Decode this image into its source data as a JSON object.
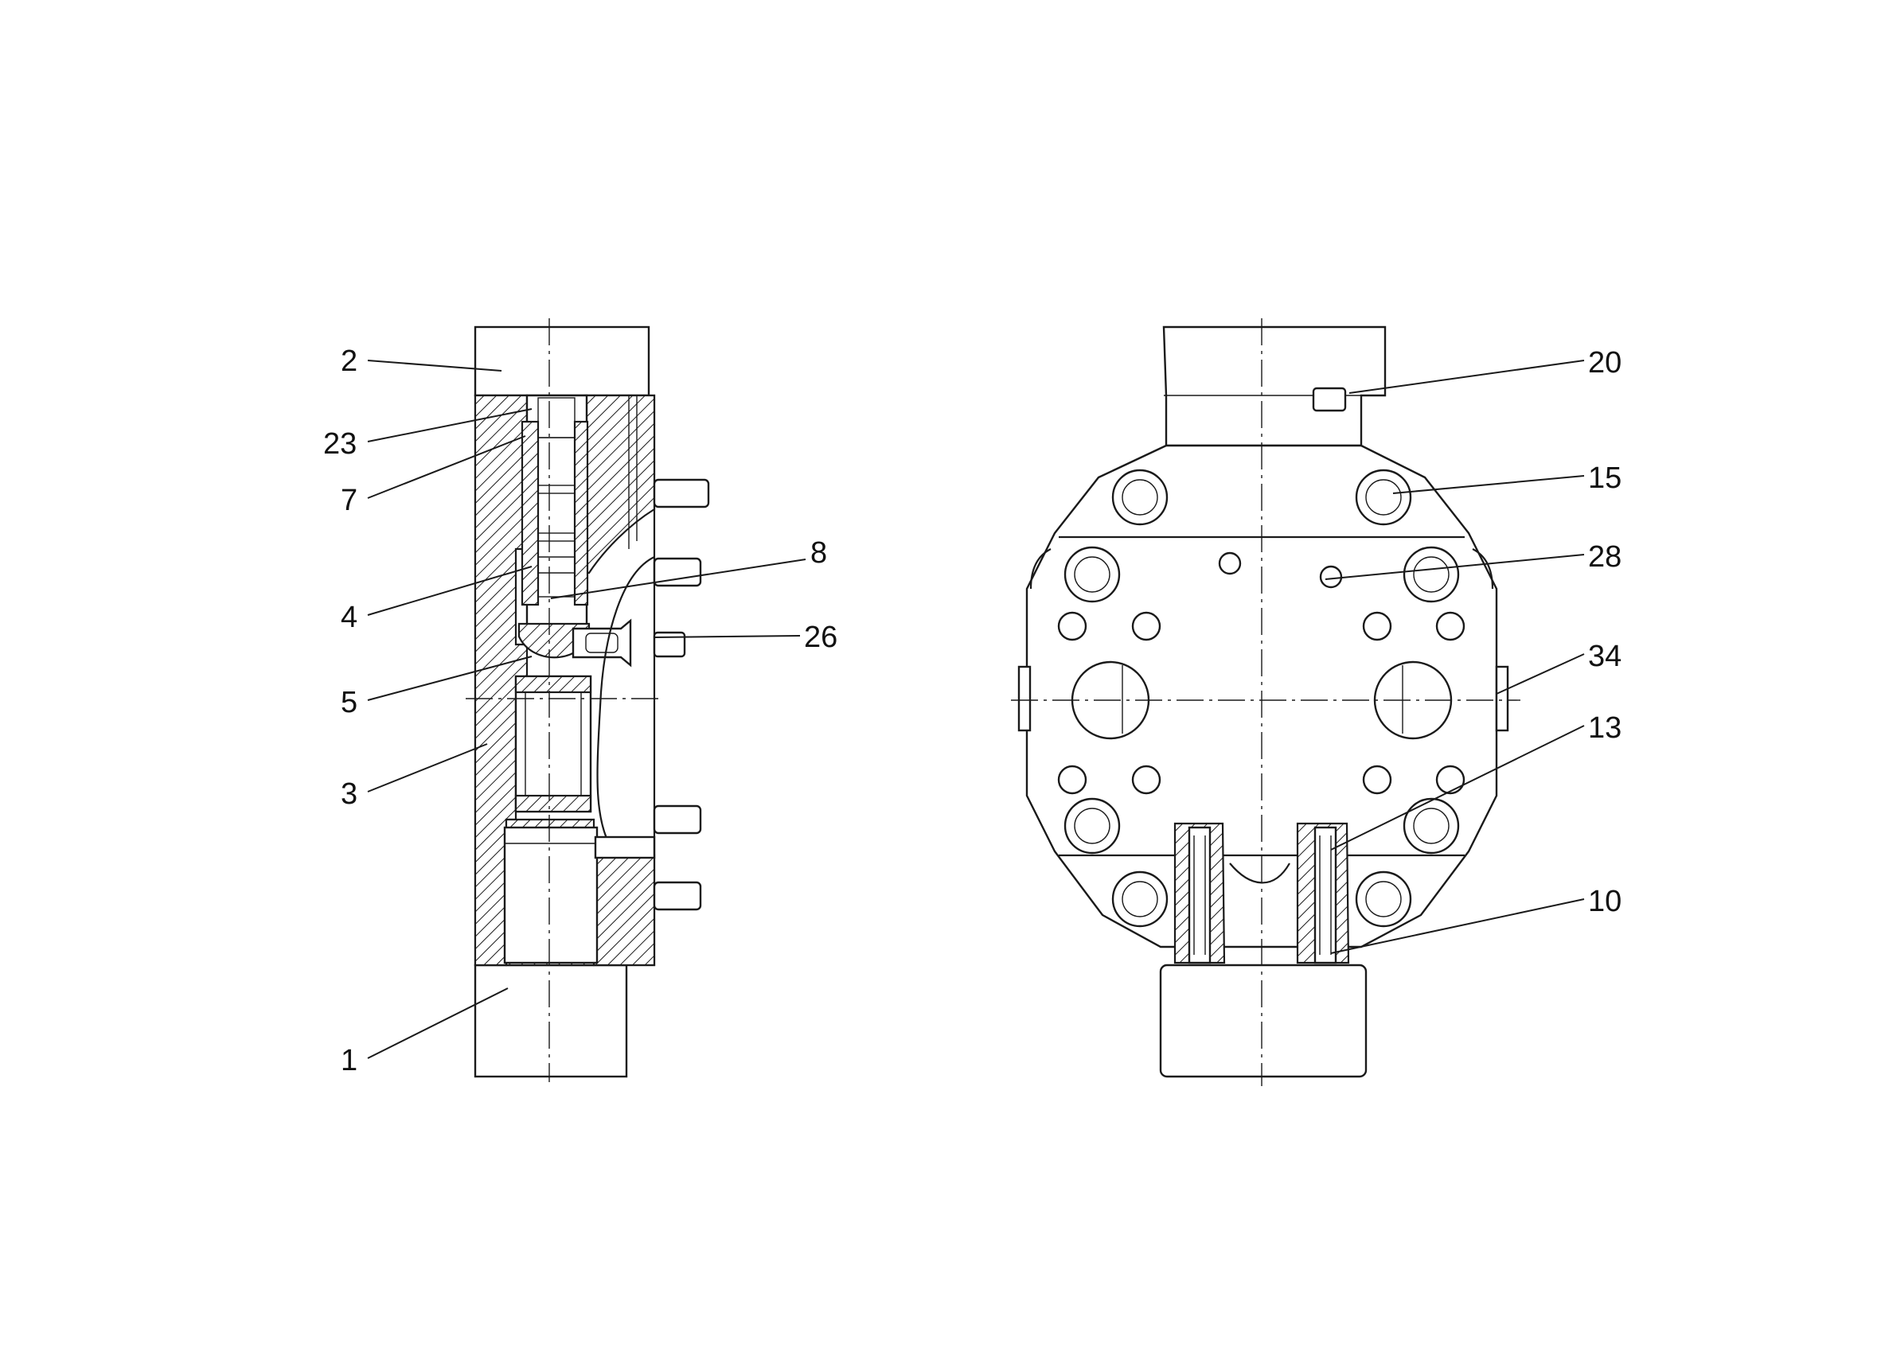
{
  "figure": {
    "left_view_labels": [
      {
        "id": "part-2",
        "text": "2"
      },
      {
        "id": "part-23",
        "text": "23"
      },
      {
        "id": "part-7",
        "text": "7"
      },
      {
        "id": "part-4",
        "text": "4"
      },
      {
        "id": "part-8",
        "text": "8"
      },
      {
        "id": "part-26",
        "text": "26"
      },
      {
        "id": "part-5",
        "text": "5"
      },
      {
        "id": "part-3",
        "text": "3"
      },
      {
        "id": "part-1",
        "text": "1"
      }
    ],
    "right_view_labels": [
      {
        "id": "part-20",
        "text": "20"
      },
      {
        "id": "part-15",
        "text": "15"
      },
      {
        "id": "part-28",
        "text": "28"
      },
      {
        "id": "part-34",
        "text": "34"
      },
      {
        "id": "part-13",
        "text": "13"
      },
      {
        "id": "part-10",
        "text": "10"
      }
    ]
  }
}
